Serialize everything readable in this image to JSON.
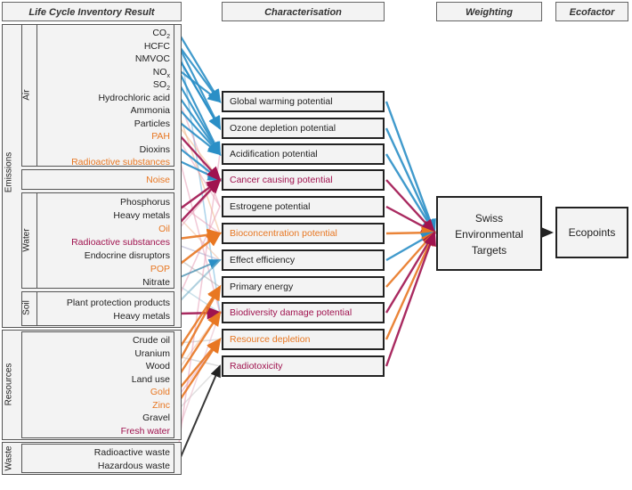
{
  "headers": {
    "lci": "Life Cycle Inventory Result",
    "characterisation": "Characterisation",
    "weighting": "Weighting",
    "ecofactor": "Ecofactor"
  },
  "groups": {
    "emissions": "Emissions",
    "air": "Air",
    "water": "Water",
    "soil": "Soil",
    "resources": "Resources",
    "waste": "Waste"
  },
  "colors": {
    "black": "#222222",
    "orange": "#e87722",
    "crimson": "#a0134f",
    "blue": "#2b8fc6"
  },
  "air_items": [
    {
      "text": "CO",
      "sub": "2",
      "color": "black"
    },
    {
      "text": "HCFC",
      "sub": "",
      "color": "black"
    },
    {
      "text": "NMVOC",
      "sub": "",
      "color": "black"
    },
    {
      "text": "NO",
      "sub": "x",
      "color": "black"
    },
    {
      "text": "SO",
      "sub": "2",
      "color": "black"
    },
    {
      "text": "Hydrochloric acid",
      "sub": "",
      "color": "black"
    },
    {
      "text": "Ammonia",
      "sub": "",
      "color": "black"
    },
    {
      "text": "Particles",
      "sub": "",
      "color": "black"
    },
    {
      "text": "PAH",
      "sub": "",
      "color": "orange"
    },
    {
      "text": "Dioxins",
      "sub": "",
      "color": "black"
    },
    {
      "text": "Radioactive substances",
      "sub": "",
      "color": "orange"
    }
  ],
  "noise": {
    "text": "Noise",
    "color": "orange"
  },
  "water_items": [
    {
      "text": "Phosphorus",
      "color": "black"
    },
    {
      "text": "Heavy metals",
      "color": "black"
    },
    {
      "text": "Oil",
      "color": "orange"
    },
    {
      "text": "Radioactive substances",
      "color": "crimson"
    },
    {
      "text": "Endocrine disruptors",
      "color": "black"
    },
    {
      "text": "POP",
      "color": "orange"
    },
    {
      "text": "Nitrate",
      "color": "black"
    }
  ],
  "soil_items": [
    {
      "text": "Plant protection products",
      "color": "black"
    },
    {
      "text": "Heavy metals",
      "color": "black"
    }
  ],
  "resource_items": [
    {
      "text": "Crude oil",
      "color": "black"
    },
    {
      "text": "Uranium",
      "color": "black"
    },
    {
      "text": "Wood",
      "color": "black"
    },
    {
      "text": "Land use",
      "color": "black"
    },
    {
      "text": "Gold",
      "color": "orange"
    },
    {
      "text": "Zinc",
      "color": "orange"
    },
    {
      "text": "Gravel",
      "color": "black"
    },
    {
      "text": "Fresh water",
      "color": "crimson"
    }
  ],
  "waste_items": [
    {
      "text": "Radioactive waste",
      "color": "black"
    },
    {
      "text": "Hazardous waste",
      "color": "black"
    }
  ],
  "characterisation_boxes": [
    {
      "text": "Global warming potential",
      "color": "black"
    },
    {
      "text": "Ozone depletion potential",
      "color": "black"
    },
    {
      "text": "Acidification potential",
      "color": "black"
    },
    {
      "text": "Cancer causing potential",
      "color": "crimson"
    },
    {
      "text": "Estrogene potential",
      "color": "black"
    },
    {
      "text": "Bioconcentration potential",
      "color": "orange"
    },
    {
      "text": "Effect efficiency",
      "color": "black"
    },
    {
      "text": "Primary energy",
      "color": "black"
    },
    {
      "text": "Biodiversity damage potential",
      "color": "crimson"
    },
    {
      "text": "Resource depletion",
      "color": "orange"
    },
    {
      "text": "Radiotoxicity",
      "color": "crimson"
    }
  ],
  "weighting_box": {
    "line1": "Swiss",
    "line2": "Environmental",
    "line3": "Targets"
  },
  "ecofactor_box": "Ecopoints"
}
